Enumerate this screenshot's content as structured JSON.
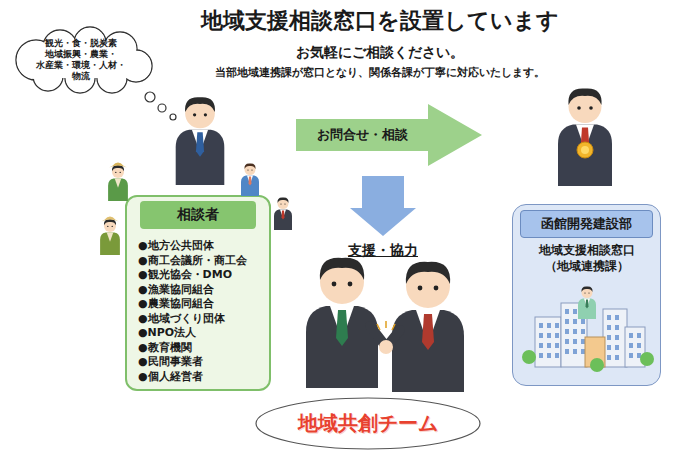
{
  "diagram": {
    "title": "地域支援相談窓口を設置しています",
    "nodes": [
      {
        "text": [
          "観光・食・脱炭素 地域振興・農業・ 水産業・環境・人材・ 物流"
        ]
      },
      {
        "text": [
          "●地方公共団体",
          "●商工会議所・商工会",
          "●観光協会・DMO",
          "●漁業協同組合",
          "●農業協同組合",
          "●地域づくり団体",
          "●NPO法人",
          "●教育機関",
          "●民間事業者",
          "●個人経営者"
        ]
      },
      {
        "text": [
          "相談者"
        ],
        "in": 1
      },
      {
        "text": [
          "お問合せ・相談"
        ]
      },
      {
        "text": [
          "地域支援相談窓口 （地域連携課）"
        ]
      },
      {
        "text": [
          "函館開発建設部"
        ],
        "in": 4
      },
      {
        "text": [
          "地域共創チーム"
        ]
      }
    ],
    "labels": [
      "お気軽にご相談ください。",
      "当部地域連携課が窓口となり、関係各課が丁寧に対応いたします。",
      "支援・協力"
    ]
  }
}
